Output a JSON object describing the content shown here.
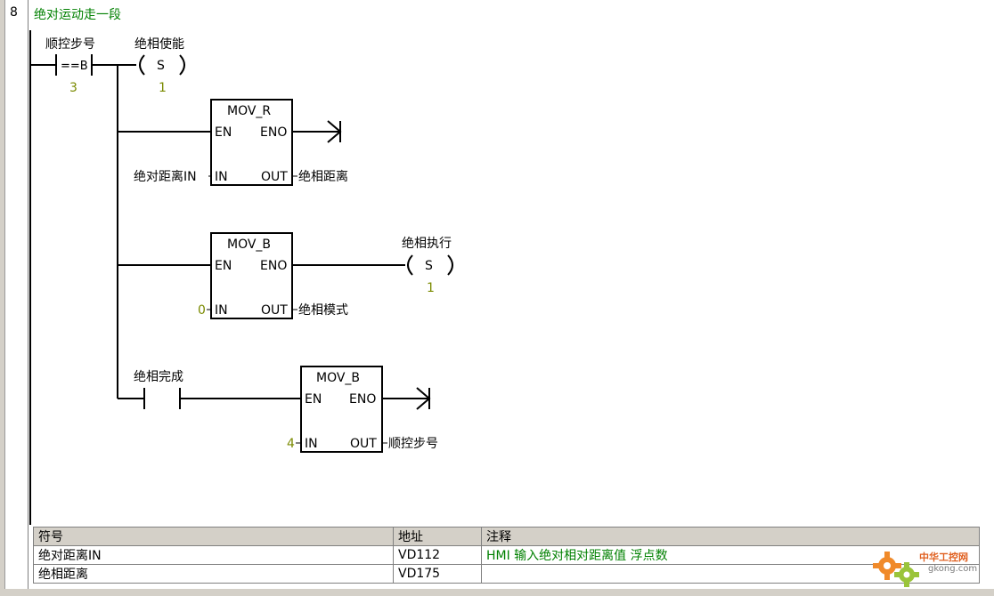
{
  "network": {
    "number": "8",
    "comment": "绝对运动走一段"
  },
  "rung": {
    "compare": {
      "symbol": "顺控步号",
      "label": "==B",
      "value": "3"
    },
    "set1": {
      "symbol": "绝相使能",
      "label": "S",
      "count": "1"
    },
    "mov1": {
      "title": "MOV_R",
      "en": "EN",
      "eno": "ENO",
      "in": "IN",
      "out": "OUT",
      "in_operand": "绝对距离IN",
      "out_operand": "绝相距离"
    },
    "mov2": {
      "title": "MOV_B",
      "en": "EN",
      "eno": "ENO",
      "in": "IN",
      "out": "OUT",
      "in_operand": "0",
      "out_operand": "绝相模式"
    },
    "set2": {
      "symbol": "绝相执行",
      "label": "S",
      "count": "1"
    },
    "contact": {
      "symbol": "绝相完成"
    },
    "mov3": {
      "title": "MOV_B",
      "en": "EN",
      "eno": "ENO",
      "in": "IN",
      "out": "OUT",
      "in_operand": "4",
      "out_operand": "顺控步号"
    }
  },
  "symbol_table": {
    "headers": {
      "symbol": "符号",
      "address": "地址",
      "comment": "注释"
    },
    "rows": [
      {
        "symbol": "绝对距离IN",
        "address": "VD112",
        "comment": "HMI 输入绝对相对距离值 浮点数"
      },
      {
        "symbol": "绝相距离",
        "address": "VD175",
        "comment": ""
      }
    ]
  },
  "watermark": {
    "text": "中华工控网",
    "sub": "gkong.com"
  },
  "colors": {
    "comment": "#008000",
    "value": "#7a8a00",
    "header_bg": "#d4d0c8"
  }
}
